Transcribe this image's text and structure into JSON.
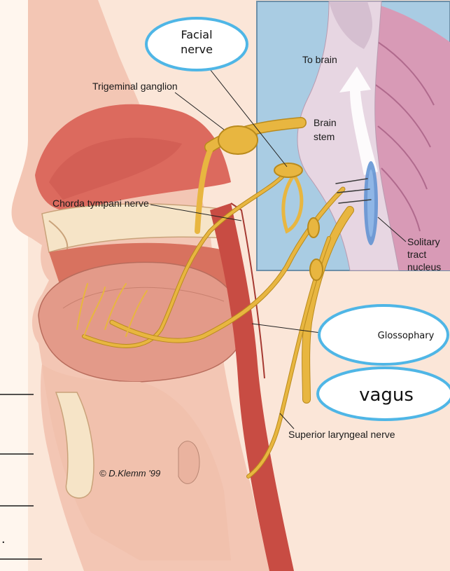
{
  "labels": {
    "trigeminal_ganglion": "Trigeminal ganglion",
    "chorda_tympani": "Chorda tympani nerve",
    "to_brain": "To brain",
    "brain_stem_1": "Brain",
    "brain_stem_2": "stem",
    "solitary_1": "Solitary",
    "solitary_2": "tract",
    "solitary_3": "nucleus",
    "superior_laryngeal": "Superior laryngeal nerve",
    "credit": "© D.Klemm '99"
  },
  "callouts": {
    "facial_1": "Facial",
    "facial_2": "nerve",
    "glossopharyngeal": "Glossophary",
    "vagus": "vagus"
  },
  "blanks": {
    "dot": "."
  },
  "colors": {
    "nerve": "#e8b640",
    "nerve_outline": "#b98a1c",
    "skin": "#f3c6b4",
    "tissue": "#d86f64",
    "brain_bg": "#a9cce3",
    "brain": "#e7d6e2",
    "cerebellum": "#d89ab6",
    "callout_border": "#4fb6e6",
    "nucleus": "#5b8fd1"
  }
}
